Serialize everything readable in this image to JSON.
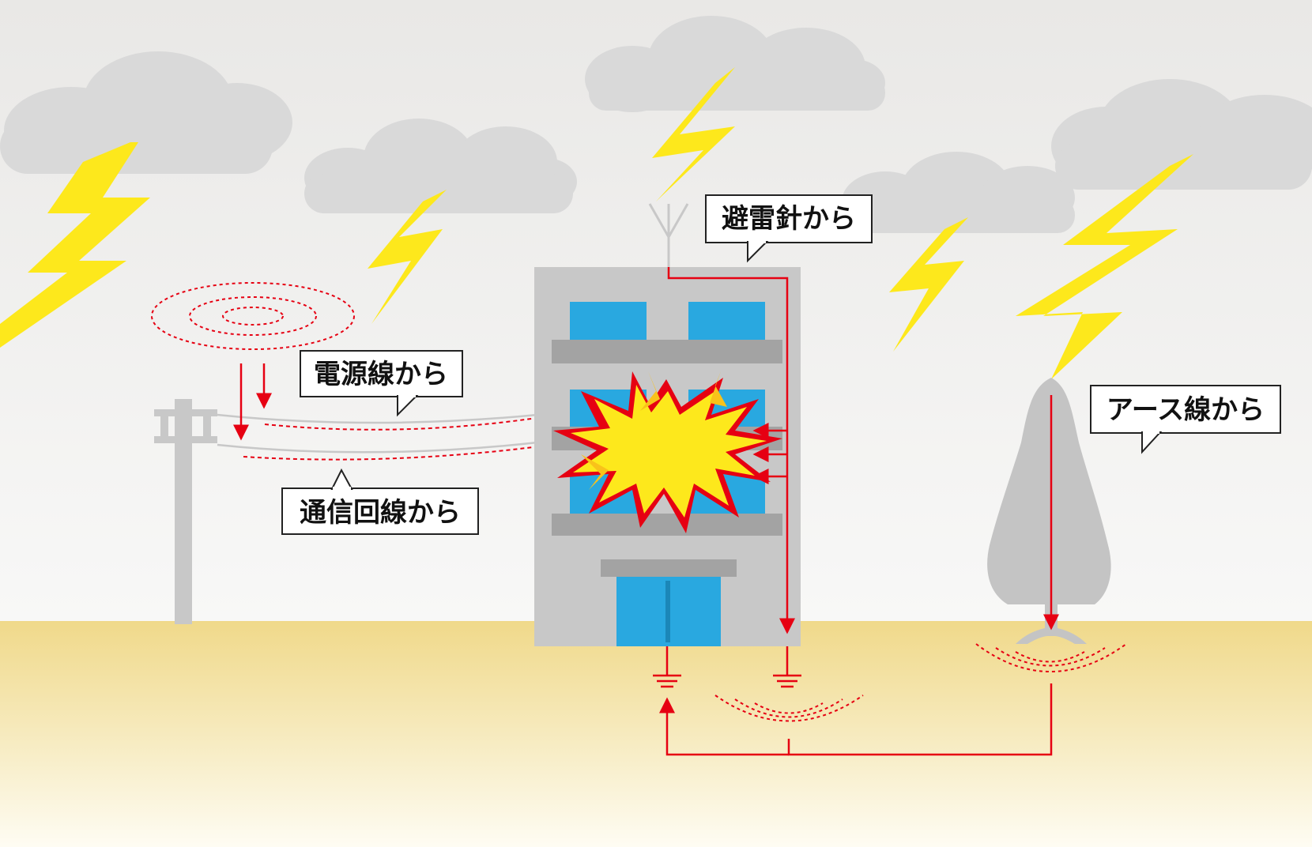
{
  "labels": {
    "lightning_rod": "避雷針から",
    "power_line": "電源線から",
    "telecom_line": "通信回線から",
    "earth_wire": "アース線から"
  },
  "colors": {
    "sky_top": "#e9e8e6",
    "sky_bottom": "#f8f8f7",
    "ground_top": "#f0d98a",
    "ground_bottom": "#fefcf3",
    "cloud": "#d9d9d9",
    "lightning": "#fde81c",
    "surge_red": "#e60012",
    "building": "#c8c8c8",
    "window": "#29a8e0",
    "tree": "#c4c4c4",
    "label_border": "#222222",
    "label_fill": "#ffffff"
  },
  "icons": [
    "cloud-icon",
    "lightning-bolt-icon",
    "ground-symbol-icon",
    "explosion-icon",
    "antenna-icon",
    "utility-pole-icon",
    "tree-icon",
    "building-icon"
  ]
}
